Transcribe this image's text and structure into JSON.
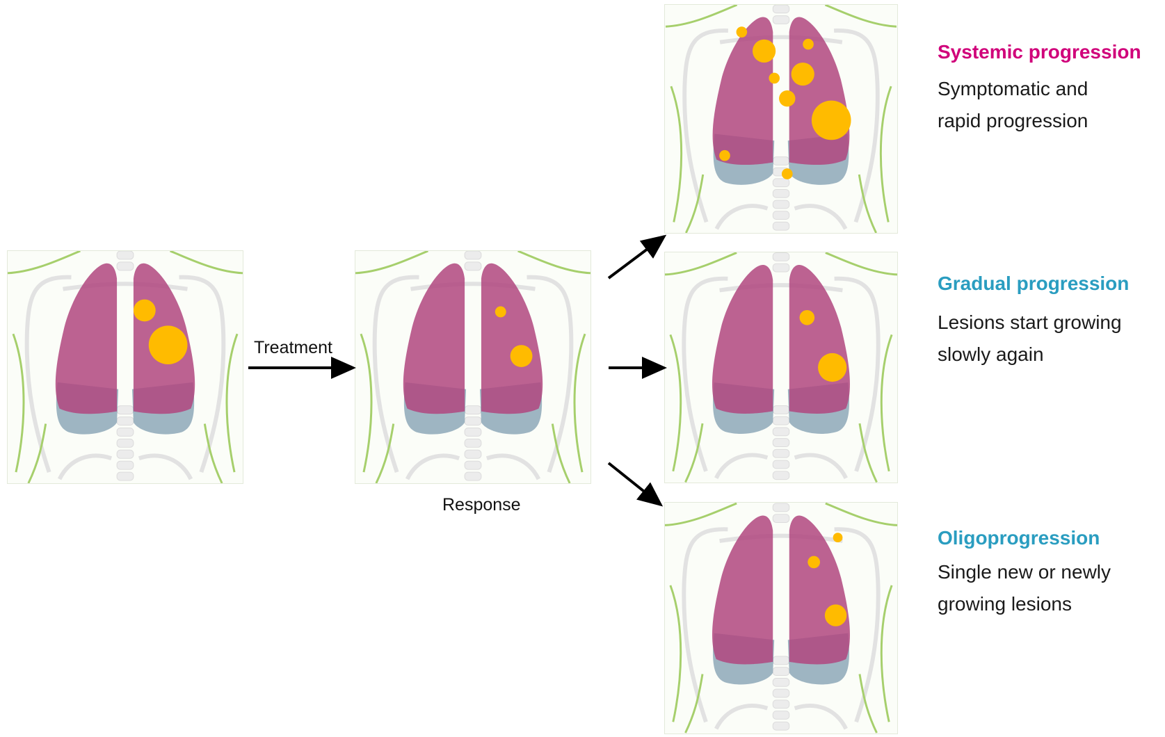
{
  "labels": {
    "treatment": "Treatment",
    "response": "Response"
  },
  "outcomes": [
    {
      "title": "Systemic progression",
      "line1": "Symptomatic and",
      "line2": "rapid progression",
      "color": "#d0007a"
    },
    {
      "title": "Gradual progression",
      "line1": "Lesions start growing",
      "line2": "slowly again",
      "color": "#2a9dc0"
    },
    {
      "title": "Oligoprogression",
      "line1": "Single new or newly",
      "line2": "growing lesions",
      "color": "#2a9dc0"
    }
  ],
  "colors": {
    "lung": "#b0477f",
    "lung_lower": "#7f9cb0",
    "lesion": "#ffbb00",
    "nerve": "#a6cf6c",
    "bone": "#e2e2e2"
  }
}
